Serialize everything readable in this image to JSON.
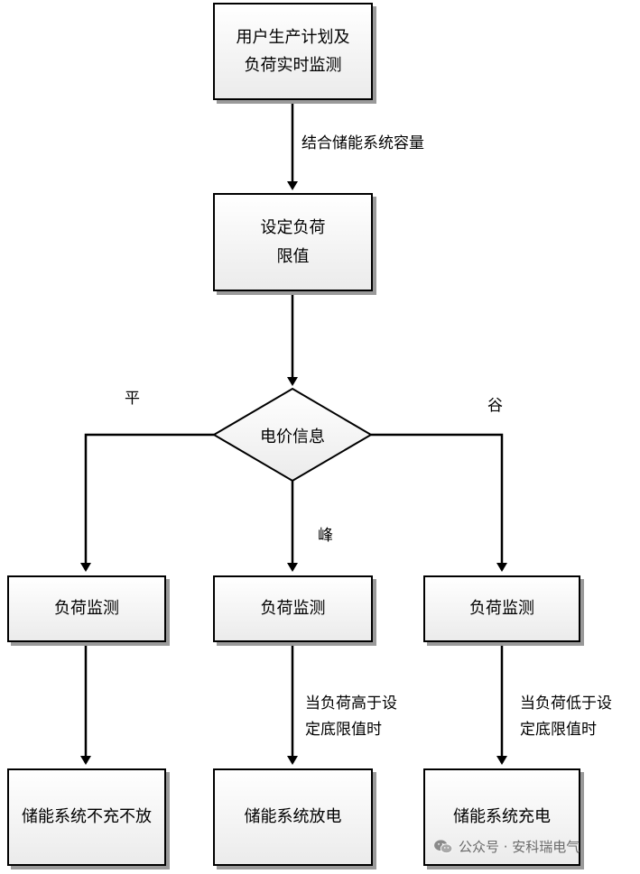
{
  "nodes": {
    "plan": "用户生产计划及\n负荷实时监测",
    "limit": "设定负荷\n限值",
    "price": "电价信息",
    "monitor_left": "负荷监测",
    "monitor_mid": "负荷监测",
    "monitor_right": "负荷监测",
    "idle": "储能系统不充不放",
    "discharge": "储能系统放电",
    "charge": "储能系统充电"
  },
  "edges": {
    "combine_storage": "结合储能系统容量",
    "flat": "平",
    "valley": "谷",
    "peak": "峰",
    "above_limit": "当负荷高于设\n定底限值时",
    "below_limit": "当负荷低于设\n定底限值时"
  },
  "watermark": {
    "text": "公众号 · 安科瑞电气",
    "icon": "wechat-icon"
  }
}
